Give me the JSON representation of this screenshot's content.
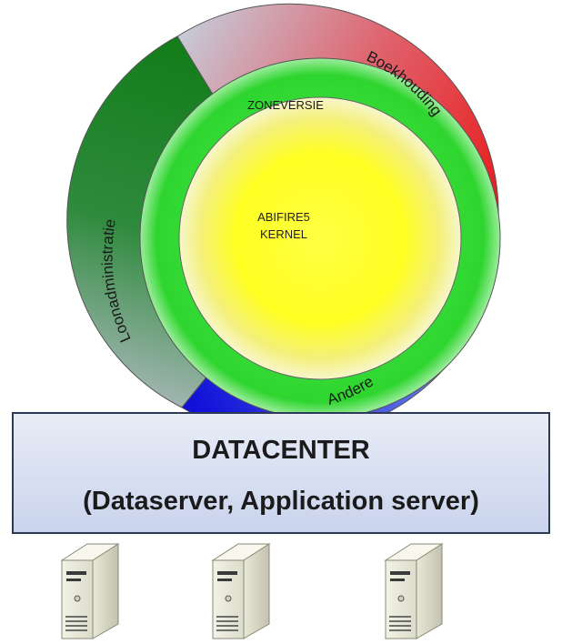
{
  "core": {
    "line1": "ABIFIRE5",
    "line2": "KERNEL"
  },
  "zone": {
    "label": "ZONEVERSIE"
  },
  "modules": {
    "boekhouding": "Boekhouding",
    "loonadministratie": "Loonadministratie",
    "andere": "Andere"
  },
  "datacenter": {
    "line1": "DATACENTER",
    "line2": "(Dataserver, Application server)"
  },
  "servers": [
    {
      "icon": "server-tower-icon"
    },
    {
      "icon": "server-tower-icon"
    },
    {
      "icon": "server-tower-icon"
    }
  ],
  "colors": {
    "boekhouding": "#e32222",
    "loonadministratie": "#1f8a2a",
    "andere": "#2323d6",
    "zone": "#3fe43f",
    "core": "#ffff33",
    "datacenter": "#dbe3f3"
  }
}
